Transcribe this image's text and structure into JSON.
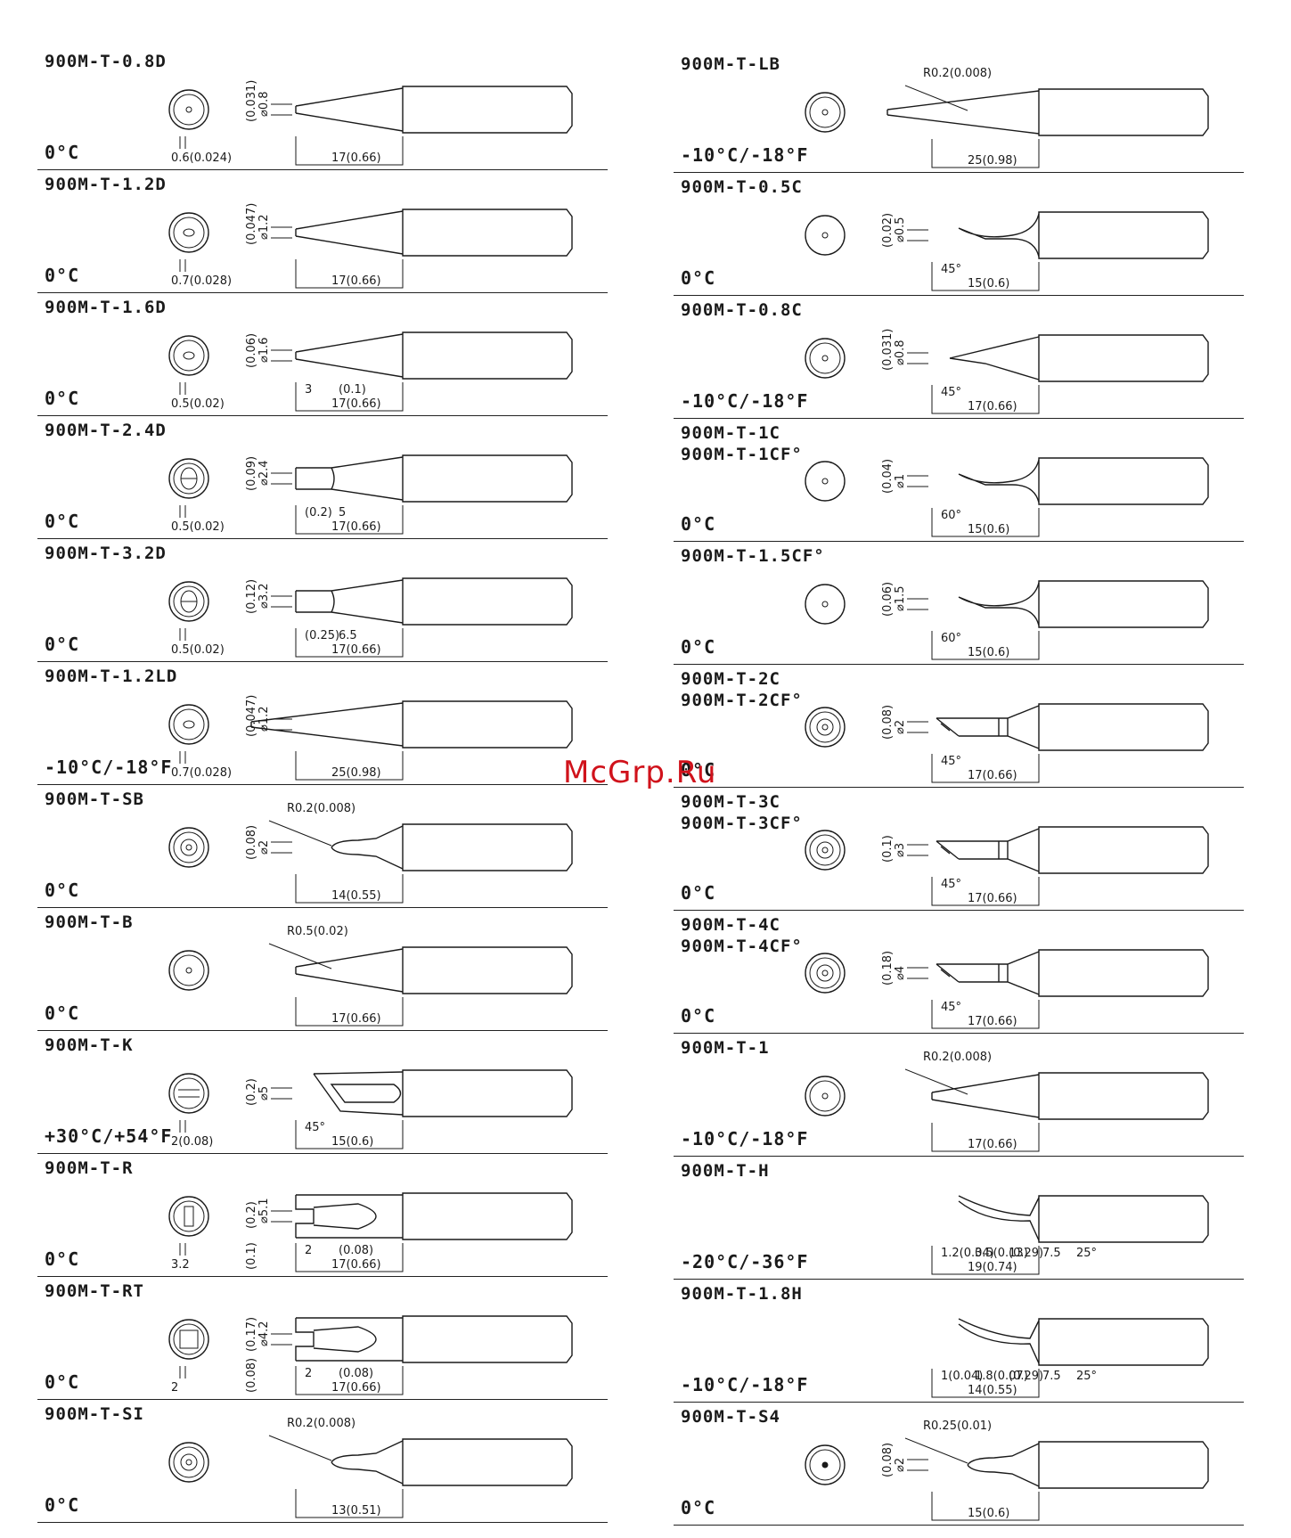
{
  "watermark": "McGrp.Ru",
  "left_column": [
    {
      "model": "900M-T-0.8D",
      "temp": "0°C",
      "diameter": "⌀0.8",
      "diameter_in": "(0.031)",
      "bottom": "0.6(0.024)",
      "dims": [
        "17(0.66)"
      ],
      "shape": "conical",
      "face": "dot"
    },
    {
      "model": "900M-T-1.2D",
      "temp": "0°C",
      "diameter": "⌀1.2",
      "diameter_in": "(0.047)",
      "bottom": "0.7(0.028)",
      "dims": [
        "17(0.66)"
      ],
      "shape": "conical",
      "face": "oval"
    },
    {
      "model": "900M-T-1.6D",
      "temp": "0°C",
      "diameter": "⌀1.6",
      "diameter_in": "(0.06)",
      "bottom": "0.5(0.02)",
      "dims": [
        "3",
        "(0.1)",
        "17(0.66)"
      ],
      "shape": "conical",
      "face": "oval"
    },
    {
      "model": "900M-T-2.4D",
      "temp": "0°C",
      "diameter": "⌀2.4",
      "diameter_in": "(0.09)",
      "bottom": "0.5(0.02)",
      "dims": [
        "(0.2)",
        "5",
        "17(0.66)"
      ],
      "shape": "chisel",
      "face": "slot"
    },
    {
      "model": "900M-T-3.2D",
      "temp": "0°C",
      "diameter": "⌀3.2",
      "diameter_in": "(0.12)",
      "bottom": "0.5(0.02)",
      "dims": [
        "(0.25)",
        "6.5",
        "17(0.66)"
      ],
      "shape": "chisel",
      "face": "slot"
    },
    {
      "model": "900M-T-1.2LD",
      "temp": "-10°C/-18°F",
      "diameter": "⌀1.2",
      "diameter_in": "(0.047)",
      "bottom": "0.7(0.028)",
      "dims": [
        "25(0.98)"
      ],
      "shape": "long",
      "face": "oval"
    },
    {
      "model": "900M-T-SB",
      "temp": "0°C",
      "diameter": "⌀2",
      "diameter_in": "(0.08)",
      "bottom": "",
      "dims": [
        "R0.2(0.008)",
        "14(0.55)"
      ],
      "shape": "bevel",
      "face": "rings"
    },
    {
      "model": "900M-T-B",
      "temp": "0°C",
      "diameter": "",
      "diameter_in": "",
      "bottom": "",
      "dims": [
        "R0.5(0.02)",
        "17(0.66)"
      ],
      "shape": "conical",
      "face": "dot"
    },
    {
      "model": "900M-T-K",
      "temp": "+30°C/+54°F",
      "diameter": "⌀5",
      "diameter_in": "(0.2)",
      "bottom": "2(0.08)",
      "dims": [
        "45°",
        "15(0.6)"
      ],
      "shape": "knife",
      "face": "knife"
    },
    {
      "model": "900M-T-R",
      "temp": "0°C",
      "diameter": "⌀5.1",
      "diameter_in": "(0.2)",
      "bottom": "3.2",
      "bottom2": "(0.1)",
      "dims": [
        "2",
        "(0.08)",
        "17(0.66)"
      ],
      "shape": "fork",
      "face": "rect"
    },
    {
      "model": "900M-T-RT",
      "temp": "0°C",
      "diameter": "⌀4.2",
      "diameter_in": "(0.17)",
      "bottom": "2",
      "bottom2": "(0.08)",
      "dims": [
        "2",
        "(0.08)",
        "17(0.66)"
      ],
      "shape": "fork",
      "face": "square"
    },
    {
      "model": "900M-T-SI",
      "temp": "0°C",
      "diameter": "",
      "diameter_in": "",
      "bottom": "",
      "dims": [
        "R0.2(0.008)",
        "13(0.51)"
      ],
      "shape": "bevel",
      "face": "rings"
    }
  ],
  "right_column": [
    {
      "model": "900M-T-LB",
      "temp": "-10°C/-18°F",
      "diameter": "",
      "diameter_in": "",
      "dims": [
        "R0.2(0.008)",
        "25(0.98)"
      ],
      "shape": "long",
      "face": "dot"
    },
    {
      "model": "900M-T-0.5C",
      "temp": "0°C",
      "diameter": "⌀0.5",
      "diameter_in": "(0.02)",
      "dims": [
        "45°",
        "15(0.6)"
      ],
      "shape": "bent",
      "face": "plain"
    },
    {
      "model": "900M-T-0.8C",
      "temp": "-10°C/-18°F",
      "diameter": "⌀0.8",
      "diameter_in": "(0.031)",
      "dims": [
        "45°",
        "17(0.66)"
      ],
      "shape": "bevelcut",
      "face": "dot"
    },
    {
      "model": "900M-T-1C\n900M-T-1CF°",
      "temp": "0°C",
      "diameter": "⌀1",
      "diameter_in": "(0.04)",
      "dims": [
        "60°",
        "15(0.6)"
      ],
      "shape": "bent",
      "face": "plain"
    },
    {
      "model": "900M-T-1.5CF°",
      "temp": "0°C",
      "diameter": "⌀1.5",
      "diameter_in": "(0.06)",
      "dims": [
        "60°",
        "15(0.6)"
      ],
      "shape": "bent",
      "face": "plain"
    },
    {
      "model": "900M-T-2C\n900M-T-2CF°",
      "temp": "0°C",
      "diameter": "⌀2",
      "diameter_in": "(0.08)",
      "dims": [
        "45°",
        "17(0.66)"
      ],
      "shape": "cut",
      "face": "rings"
    },
    {
      "model": "900M-T-3C\n900M-T-3CF°",
      "temp": "0°C",
      "diameter": "⌀3",
      "diameter_in": "(0.1)",
      "dims": [
        "45°",
        "17(0.66)"
      ],
      "shape": "cut",
      "face": "rings"
    },
    {
      "model": "900M-T-4C\n900M-T-4CF°",
      "temp": "0°C",
      "diameter": "⌀4",
      "diameter_in": "(0.18)",
      "dims": [
        "45°",
        "17(0.66)"
      ],
      "shape": "cut",
      "face": "rings"
    },
    {
      "model": "900M-T-1",
      "temp": "-10°C/-18°F",
      "diameter": "",
      "diameter_in": "",
      "dims": [
        "R0.2(0.008)",
        "17(0.66)"
      ],
      "shape": "conical",
      "face": "dot"
    },
    {
      "model": "900M-T-H",
      "temp": "-20°C/-36°F",
      "diameter": "",
      "diameter_in": "",
      "dims": [
        "1.2(0.04)",
        "3.5(0.13)",
        "(0.29)",
        "7.5",
        "25°",
        "19(0.74)"
      ],
      "shape": "hook",
      "face": "none"
    },
    {
      "model": "900M-T-1.8H",
      "temp": "-10°C/-18°F",
      "diameter": "",
      "diameter_in": "",
      "dims": [
        "1(0.04)",
        "1.8(0.07)",
        "(0.29)",
        "7.5",
        "25°",
        "14(0.55)"
      ],
      "shape": "hook",
      "face": "none"
    },
    {
      "model": "900M-T-S4",
      "temp": "0°C",
      "diameter": "⌀2",
      "diameter_in": "(0.08)",
      "dims": [
        "R0.25(0.01)",
        "15(0.6)"
      ],
      "shape": "bevel",
      "face": "filled"
    }
  ]
}
